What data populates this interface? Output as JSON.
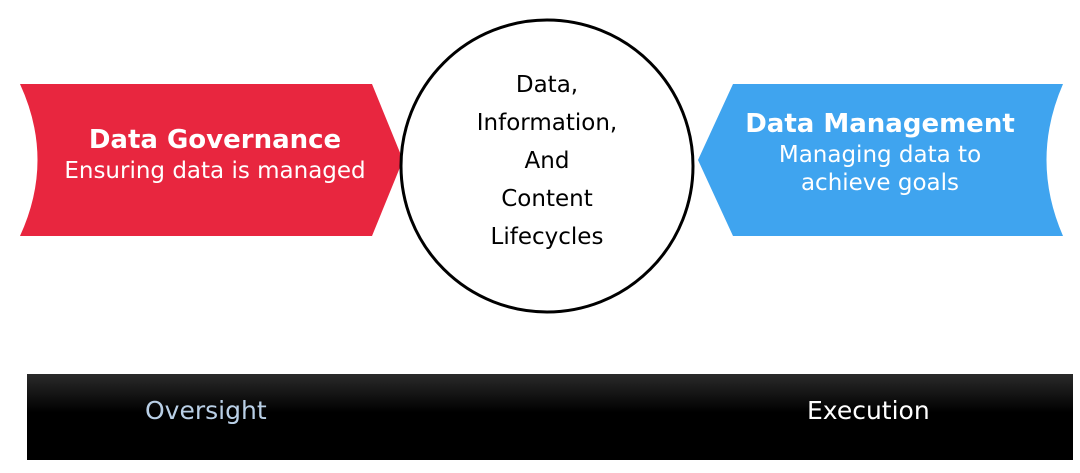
{
  "governance": {
    "title": "Data Governance",
    "subtitle": "Ensuring data is managed",
    "color": "#e8263f"
  },
  "center": {
    "lines": [
      "Data,",
      "Information,",
      "And",
      "Content",
      "Lifecycles"
    ]
  },
  "management": {
    "title": "Data Management",
    "subtitle_lines": [
      "Managing data to",
      "achieve goals"
    ],
    "color": "#3fa4ef"
  },
  "bar": {
    "left_label": "Oversight",
    "right_label": "Execution"
  }
}
